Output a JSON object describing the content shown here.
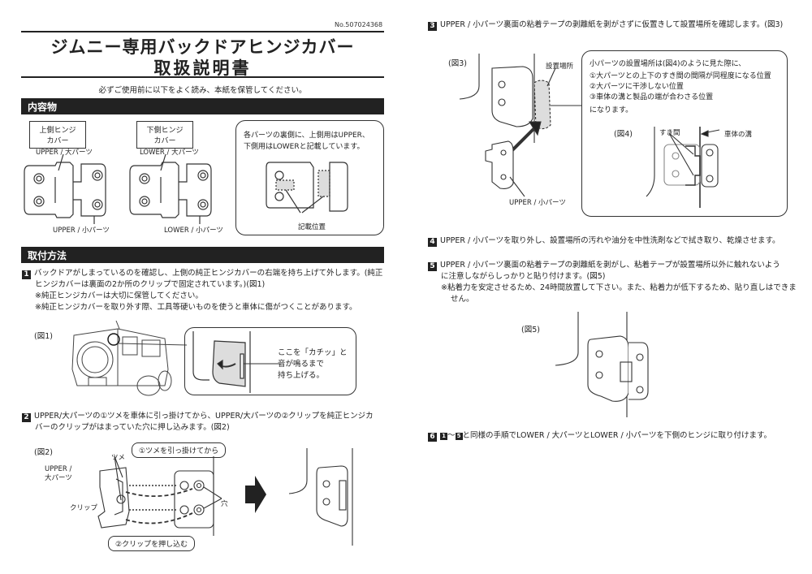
{
  "doc_no": "No.507024368",
  "title_line1": "ジムニー専用バックドアヒンジカバー",
  "title_line2": "取扱説明書",
  "intro_note": "必ずご使用前に以下をよく読み、本紙を保管してください。",
  "contents": {
    "heading": "内容物",
    "upper_label": "上側ヒンジカバー",
    "lower_label": "下側ヒンジカバー",
    "upper_large": "UPPER / 大パーツ",
    "upper_small": "UPPER / 小パーツ",
    "lower_large": "LOWER / 大パーツ",
    "lower_small": "LOWER / 小パーツ",
    "marking_note_line1": "各パーツの裏側に、上側用はUPPER、",
    "marking_note_line2": "下側用はLOWERと記載しています。",
    "marking_position": "記載位置"
  },
  "install": {
    "heading": "取付方法",
    "steps": [
      {
        "num": "1",
        "lines": [
          "バックドアがしまっているのを確認し、上側の純正ヒンジカバーの右端を持ち上げて外します。(純正",
          "ヒンジカバーは裏面の2か所のクリップで固定されています。)(図1)"
        ],
        "notes": [
          "※純正ヒンジカバーは大切に保管してください。",
          "※純正ヒンジカバーを取り外す際、工具等硬いものを使うと車体に傷がつくことがあります。"
        ]
      },
      {
        "num": "2",
        "lines": [
          "UPPER/大パーツの①ツメを車体に引っ掛けてから、UPPER/大パーツの②クリップを純正ヒンジカ",
          "バーのクリップがはまっていた穴に押し込みます。(図2)"
        ]
      },
      {
        "num": "3",
        "lines": [
          "UPPER / 小パーツ裏面の粘着テープの剥離紙を剥がさずに仮置きして設置場所を確認します。(図3)"
        ]
      },
      {
        "num": "4",
        "lines": [
          "UPPER / 小パーツを取り外し、設置場所の汚れや油分を中性洗剤などで拭き取り、乾燥させます。"
        ]
      },
      {
        "num": "5",
        "lines": [
          "UPPER / 小パーツ裏面の粘着テープの剥離紙を剥がし、粘着テープが設置場所以外に触れないよう",
          "に注意しながらしっかりと貼り付けます。(図5)"
        ],
        "notes": [
          "※粘着力を安定させるため、24時間放置して下さい。また、粘着力が低下するため、貼り直しはできま",
          "せん。"
        ]
      },
      {
        "num": "6",
        "ref_from": "1",
        "ref_to": "5",
        "text": "と同様の手順でLOWER / 大パーツとLOWER / 小パーツを下側のヒンジに取り付けます。",
        "tilde": "～"
      }
    ]
  },
  "fig1": {
    "label": "(図1)",
    "callout_line1": "ここを「カチッ」と",
    "callout_line2": "音が鳴るまで",
    "callout_line3": "持ち上げる。"
  },
  "fig2": {
    "label": "(図2)",
    "tsume": "ツメ",
    "upper_large_line1": "UPPER /",
    "upper_large_line2": "大パーツ",
    "clip": "クリップ",
    "hole": "穴",
    "pill_top": "①ツメを引っ掛けてから",
    "pill_bottom": "②クリップを押し込む"
  },
  "fig3": {
    "label": "(図3)",
    "install_location": "設置場所",
    "upper_small": "UPPER / 小パーツ",
    "info_intro": "小パーツの設置場所は(図4)のように見た際に、",
    "info_items": [
      "①大パーツとの上下のすき間の間隔が同程度になる位置",
      "②大パーツに干渉しない位置",
      "③車体の溝と製品の端が合わさる位置"
    ],
    "info_outro": "になります。"
  },
  "fig4": {
    "label": "(図4)",
    "gap": "すき間",
    "body_groove": "車体の溝"
  },
  "fig5": {
    "label": "(図5)"
  },
  "colors": {
    "ink": "#222222",
    "shade": "#d9d9d9"
  }
}
